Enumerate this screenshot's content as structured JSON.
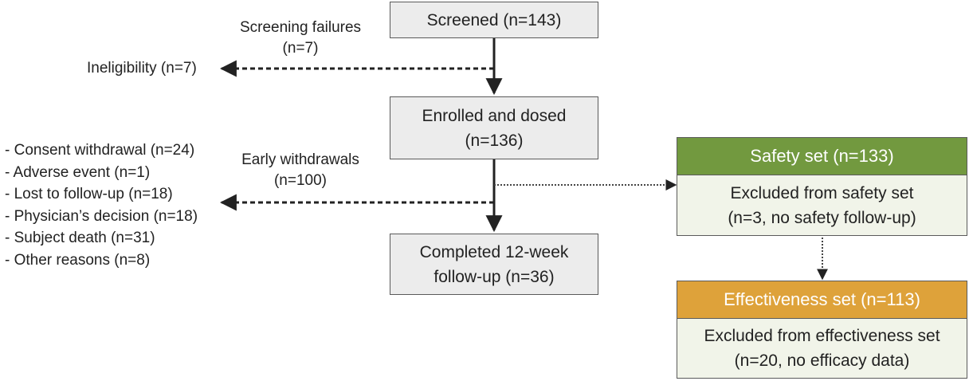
{
  "main_flow": {
    "screened": {
      "lines": [
        "Screened (n=143)"
      ]
    },
    "enrolled": {
      "lines": [
        "Enrolled and dosed",
        "(n=136)"
      ]
    },
    "completed": {
      "lines": [
        "Completed 12-week",
        "follow-up (n=36)"
      ]
    }
  },
  "screening_failures": {
    "label_lines": [
      "Screening failures",
      "(n=7)"
    ],
    "outcome": "Ineligibility (n=7)"
  },
  "early_withdrawals": {
    "label_lines": [
      "Early withdrawals",
      "(n=100)"
    ],
    "reasons": [
      "- Consent withdrawal (n=24)",
      "- Adverse event (n=1)",
      "- Lost to follow-up (n=18)",
      "- Physician’s decision (n=18)",
      "- Subject death (n=31)",
      "- Other reasons (n=8)"
    ]
  },
  "safety_set": {
    "header": "Safety set (n=133)",
    "body_lines": [
      "Excluded from safety set",
      "(n=3, no safety follow-up)"
    ],
    "header_color": "#72993f"
  },
  "effectiveness_set": {
    "header": "Effectiveness set (n=113)",
    "body_lines": [
      "Excluded from effectiveness set",
      "(n=20, no efficacy data)"
    ],
    "header_color": "#dea23a"
  },
  "colors": {
    "box_fill": "#ececec",
    "set_body_fill": "#f1f4e9",
    "border": "#5a5a5a",
    "arrow": "#222222"
  }
}
